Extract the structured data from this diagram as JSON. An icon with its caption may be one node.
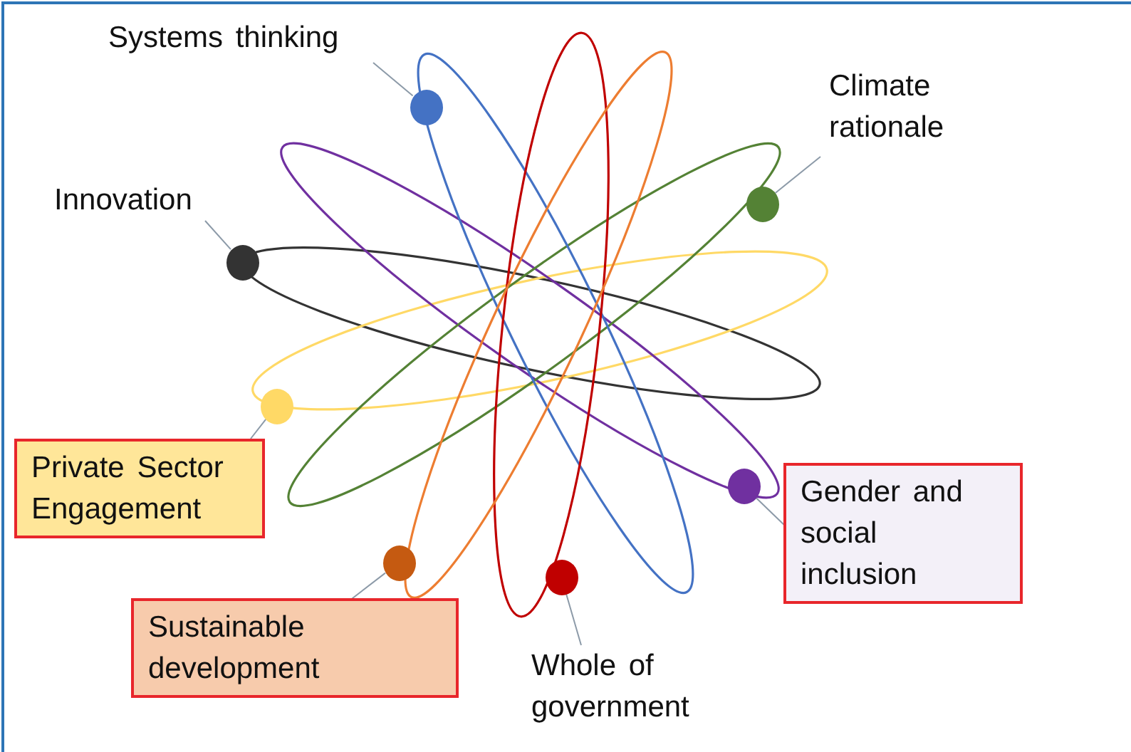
{
  "diagram": {
    "nodes": [
      {
        "text": [
          "Systems thinking"
        ]
      },
      {
        "text": [
          "Climate rationale"
        ]
      },
      {
        "text": [
          "Innovation"
        ]
      },
      {
        "text": [
          "Private Sector Engagement"
        ]
      },
      {
        "text": [
          "Gender and social inclusion"
        ]
      },
      {
        "text": [
          "Sustainable development"
        ]
      },
      {
        "text": [
          "Whole of government"
        ]
      },
      {
        "text": [],
        "shape": "circle"
      },
      {
        "text": [],
        "shape": "circle"
      },
      {
        "text": [],
        "shape": "circle"
      },
      {
        "text": [],
        "shape": "circle"
      },
      {
        "text": [],
        "shape": "circle"
      },
      {
        "text": [],
        "shape": "circle"
      },
      {
        "text": [],
        "shape": "circle"
      }
    ],
    "edges": [
      {
        "from": 0,
        "to": 10,
        "arrow": "none"
      },
      {
        "from": 1,
        "to": 13,
        "arrow": "none"
      },
      {
        "from": 2,
        "to": 7,
        "arrow": "none"
      },
      {
        "from": 3,
        "to": 8,
        "arrow": "none"
      },
      {
        "from": 4,
        "to": 12,
        "arrow": "none"
      },
      {
        "from": 5,
        "to": 9,
        "arrow": "none"
      },
      {
        "from": 6,
        "to": 11,
        "arrow": "none"
      }
    ]
  }
}
